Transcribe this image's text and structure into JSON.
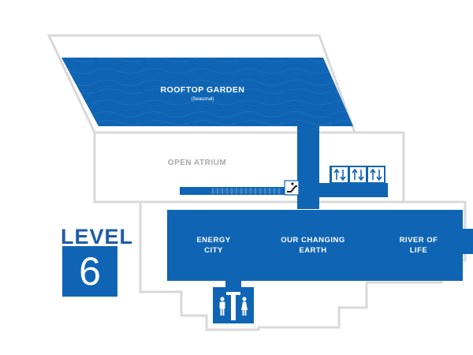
{
  "level": {
    "label": "LEVEL",
    "number": "6"
  },
  "zones": {
    "rooftop_garden": {
      "name": "ROOFTOP GARDEN",
      "note": "(Seasonal)"
    },
    "open_atrium": {
      "name": "OPEN ATRIUM"
    },
    "energy_city": {
      "line1": "ENERGY",
      "line2": "CITY"
    },
    "our_changing_earth": {
      "line1": "OUR CHANGING",
      "line2": "EARTH"
    },
    "river_of_life": {
      "line1": "RIVER OF",
      "line2": "LIFE"
    }
  },
  "icons": [
    "elevator-icon",
    "escalator-icon",
    "restroom-men-icon",
    "restroom-women-icon"
  ],
  "colors": {
    "exhibit_blue": "#0f65b4",
    "outline_gray": "#d9d9d9",
    "atrium_text": "#a8a8a8",
    "level_text": "#1d5ca6"
  }
}
